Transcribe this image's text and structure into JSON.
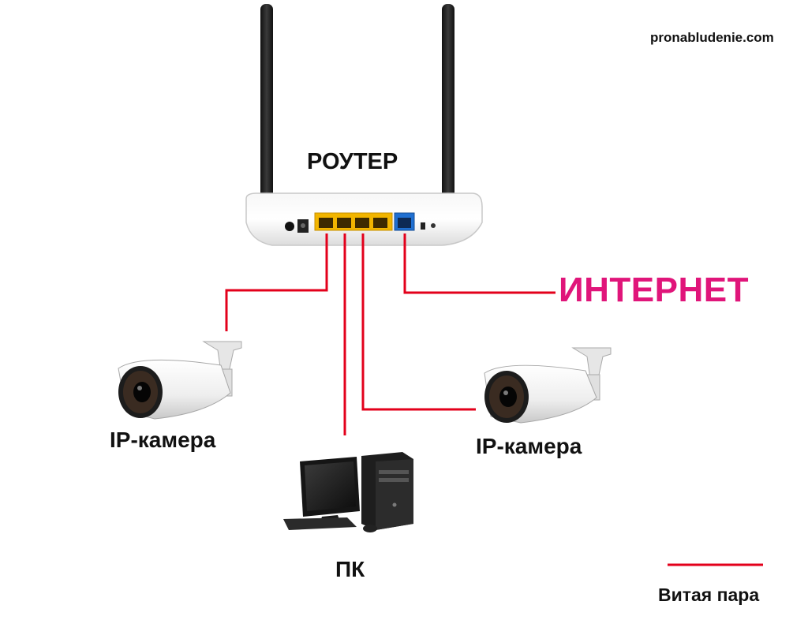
{
  "source_label": "pronabludenie.com",
  "nodes": {
    "router": "РОУТЕР",
    "internet": "ИНТЕРНЕТ",
    "camera_left": "IP-камера",
    "camera_right": "IP-камера",
    "pc": "ПК"
  },
  "legend": {
    "text": "Витая пара",
    "line_color": "#e3001b"
  },
  "colors": {
    "cable": "#e3001b",
    "internet_text": "#e0157a",
    "lan_port": "#f2b500",
    "wan_port": "#1f6fd1"
  },
  "icons": [
    "router-icon",
    "ip-camera-icon",
    "desktop-computer-icon"
  ]
}
